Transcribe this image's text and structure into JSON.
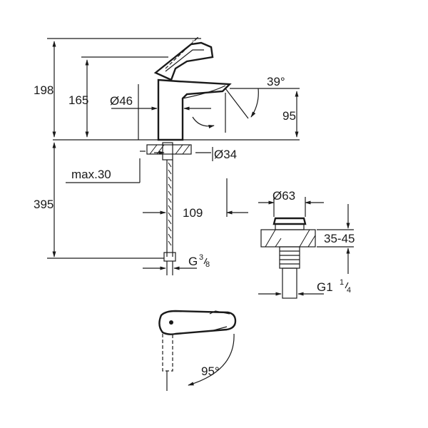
{
  "dimensions": {
    "total_height": "198",
    "handle_height": "165",
    "body_diameter": "Ø46",
    "spout_angle": "39°",
    "spout_height": "95",
    "hole_diameter": "Ø34",
    "max_thickness": "max.30",
    "hose_length": "395",
    "spout_reach": "109",
    "hose_thread_main": "G",
    "hose_thread_num": "3",
    "hose_thread_den": "8",
    "waste_diameter": "Ø63",
    "waste_range": "35-45",
    "waste_thread_main": "G1",
    "waste_thread_num": "1",
    "waste_thread_den": "4",
    "lever_angle": "95°"
  }
}
